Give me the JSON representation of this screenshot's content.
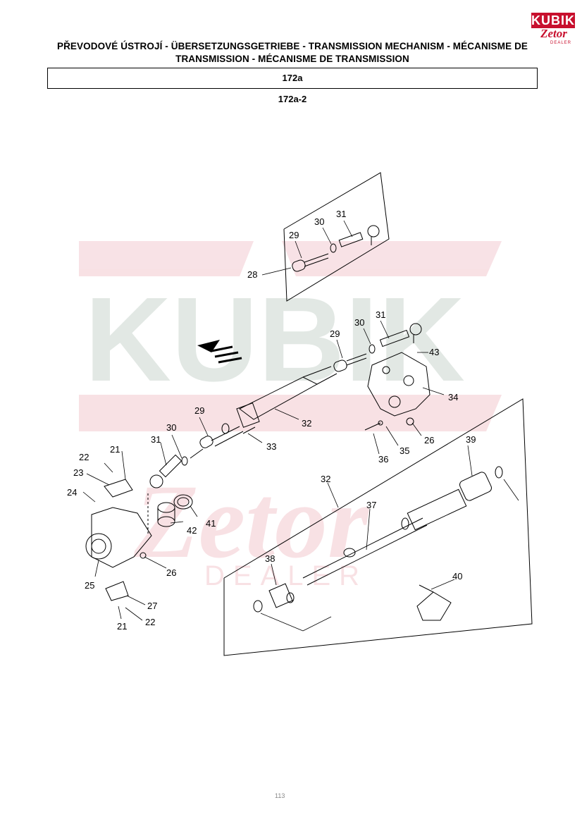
{
  "header": {
    "title": "PŘEVODOVÉ ÚSTROJÍ - ÜBERSETZUNGSGETRIEBE - TRANSMISSION MECHANISM - MÉCANISME DE TRANSMISSION - MÉCANISME DE TRANSMISSION",
    "section": "172a",
    "subsection": "172a-2"
  },
  "logo": {
    "top_text": "KUBIK",
    "brand": "Zetor",
    "dealer": "DEALER",
    "color": "#c8102e"
  },
  "watermark": {
    "text": "KUBIK",
    "brand": "Zetor",
    "sub": "DEALER"
  },
  "callouts": {
    "c28": "28",
    "c29a": "29",
    "c30a": "30",
    "c31a": "31",
    "c31b": "31",
    "c30b": "30",
    "c29b": "29",
    "c43": "43",
    "c34": "34",
    "c29c": "29",
    "c30c": "30",
    "c31c": "31",
    "c32a": "32",
    "c33": "33",
    "c35": "35",
    "c36": "36",
    "c26a": "26",
    "c21a": "21",
    "c22a": "22",
    "c23": "23",
    "c24": "24",
    "c42": "42",
    "c41": "41",
    "c25": "25",
    "c26b": "26",
    "c27": "27",
    "c21b": "21",
    "c22b": "22",
    "c32b": "32",
    "c39": "39",
    "c37": "37",
    "c38": "38",
    "c40": "40"
  },
  "footer": {
    "page": "113"
  }
}
